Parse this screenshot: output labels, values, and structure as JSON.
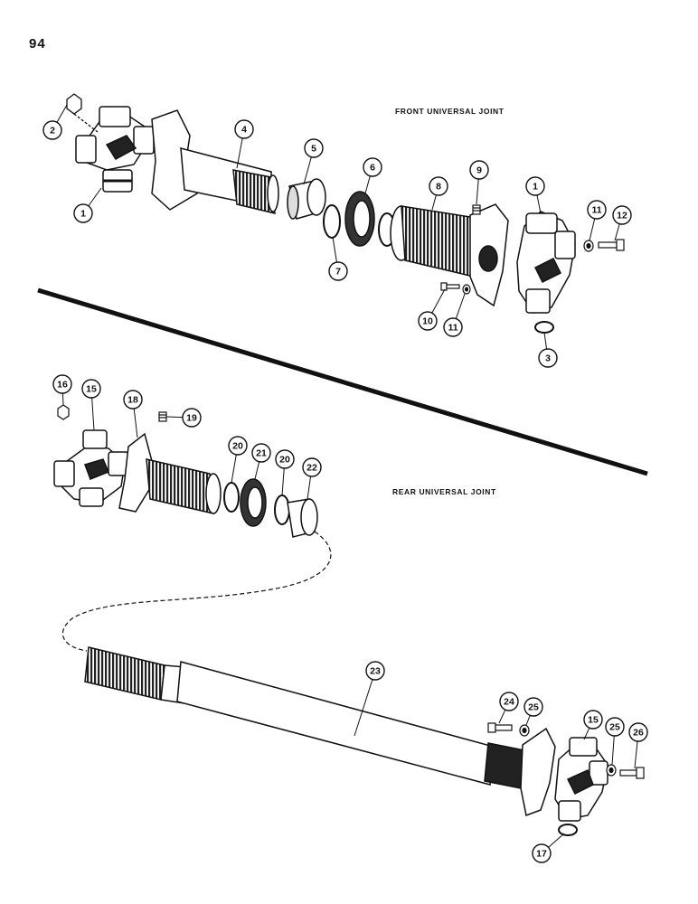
{
  "page_number": "94",
  "sections": {
    "front": {
      "title": "FRONT UNIVERSAL JOINT"
    },
    "rear": {
      "title": "REAR UNIVERSAL JOINT"
    }
  },
  "callouts": [
    "1",
    "2",
    "4",
    "5",
    "6",
    "7",
    "8",
    "9",
    "1",
    "11",
    "12",
    "10",
    "11",
    "3",
    "16",
    "15",
    "18",
    "19",
    "20",
    "21",
    "20",
    "22",
    "23",
    "24",
    "25",
    "15",
    "25",
    "26",
    "17"
  ],
  "colors": {
    "ink": "#111111",
    "paper": "#ffffff",
    "shade": "#2a2a2a"
  }
}
